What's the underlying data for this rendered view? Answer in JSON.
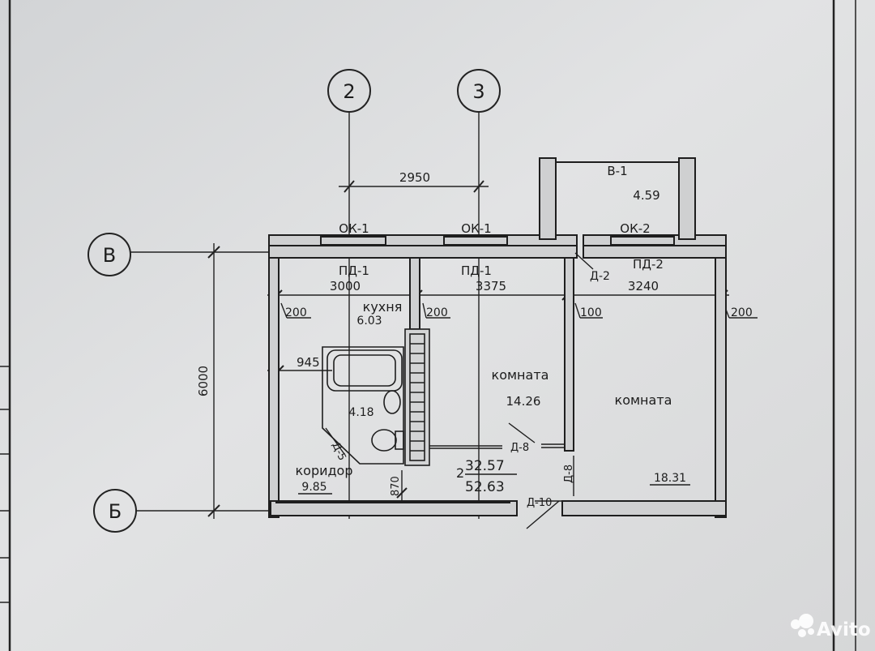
{
  "axes": {
    "a2": "2",
    "a3": "3",
    "aV": "В",
    "aB": "Б"
  },
  "dims": {
    "d2950": "2950",
    "d3000": "3000",
    "d3375": "3375",
    "d3240": "3240",
    "d200a": "200",
    "d200b": "200",
    "d200c": "200",
    "d100": "100",
    "d945": "945",
    "d870": "870",
    "d6000": "6000"
  },
  "openings": {
    "ok1a": "ОК-1",
    "ok1b": "ОК-1",
    "ok2": "ОК-2",
    "pd1a": "ПД-1",
    "pd1b": "ПД-1",
    "pd2": "ПД-2",
    "d2": "Д-2",
    "d5": "Д-5",
    "d8a": "Д-8",
    "d8b": "Д-8",
    "d10": "Д-10",
    "v1": "В-1"
  },
  "rooms": {
    "balcony_area": "4.59",
    "kitchen_name": "кухня",
    "kitchen_area": "6.03",
    "bath_area": "4.18",
    "room1_name": "комната",
    "room1_area": "14.26",
    "room2_name": "комната",
    "room2_area": "18.31",
    "corridor_name": "коридор",
    "corridor_area": "9.85"
  },
  "totals": {
    "rooms_count": "2",
    "living": "32.57",
    "total": "52.63"
  },
  "watermark": {
    "text": "Avito"
  }
}
